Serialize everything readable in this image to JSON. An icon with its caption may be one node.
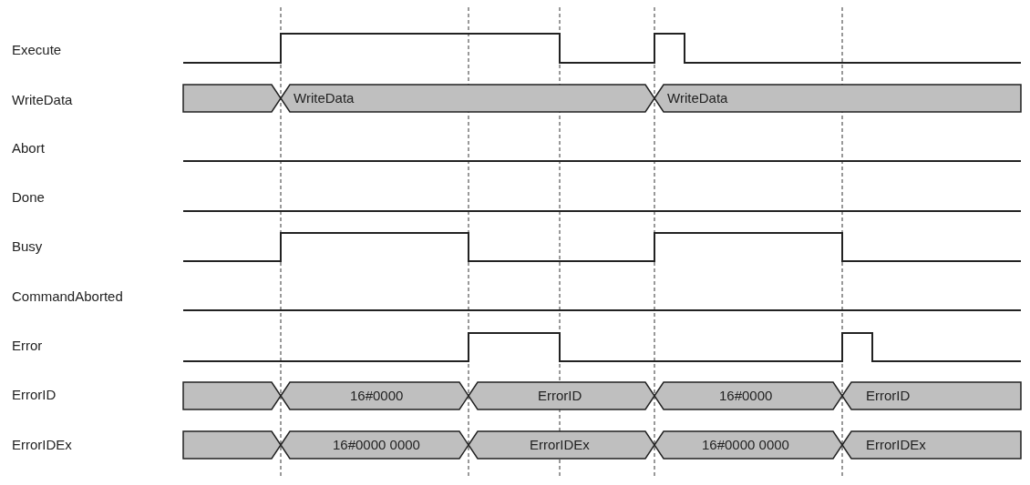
{
  "diagram": {
    "labels": [
      "Execute",
      "WriteData",
      "WriteData",
      "WriteData",
      "Abort",
      "Done",
      "Busy",
      "CommandAborted",
      "Error",
      "ErrorID",
      "16#0000",
      "ErrorID",
      "16#0000",
      "ErrorID",
      "ErrorIDEx",
      "16#0000 0000",
      "ErrorIDEx",
      "16#0000 0000",
      "ErrorIDEx"
    ]
  }
}
